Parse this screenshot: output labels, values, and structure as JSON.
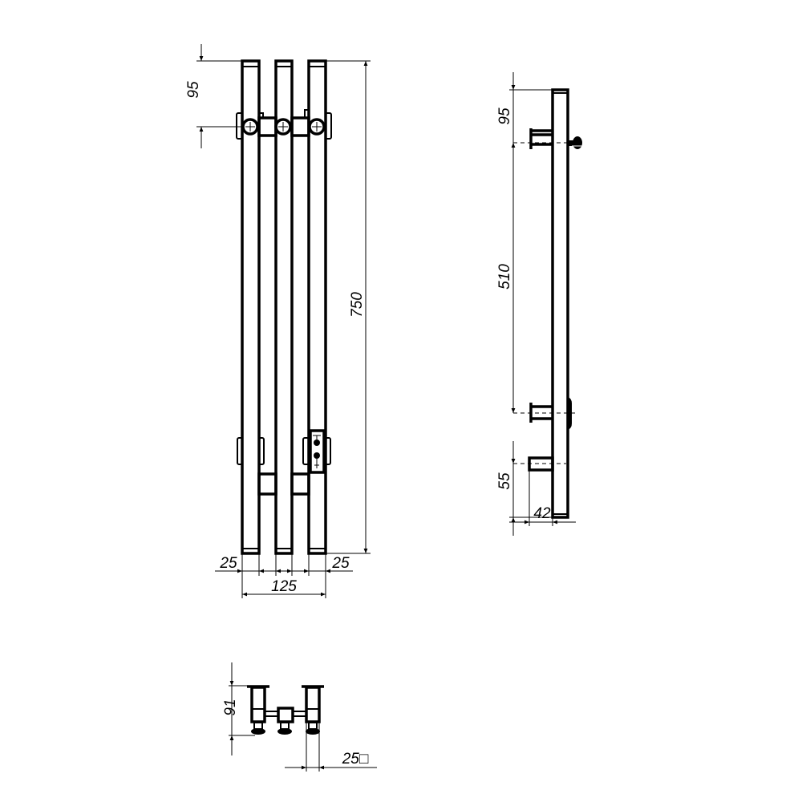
{
  "drawing": {
    "front_view": {
      "dim_top_offset": "95",
      "dim_height": "750",
      "dim_left_tube_width": "25",
      "dim_right_tube_width": "25",
      "dim_total_width": "125"
    },
    "side_view": {
      "dim_top_offset": "95",
      "dim_mount_spacing": "510",
      "dim_bottom_offset": "55",
      "dim_depth": "42"
    },
    "bottom_view": {
      "dim_height": "91",
      "dim_tube_section": "25□"
    },
    "colors": {
      "line": "#000000",
      "background": "#ffffff"
    }
  }
}
